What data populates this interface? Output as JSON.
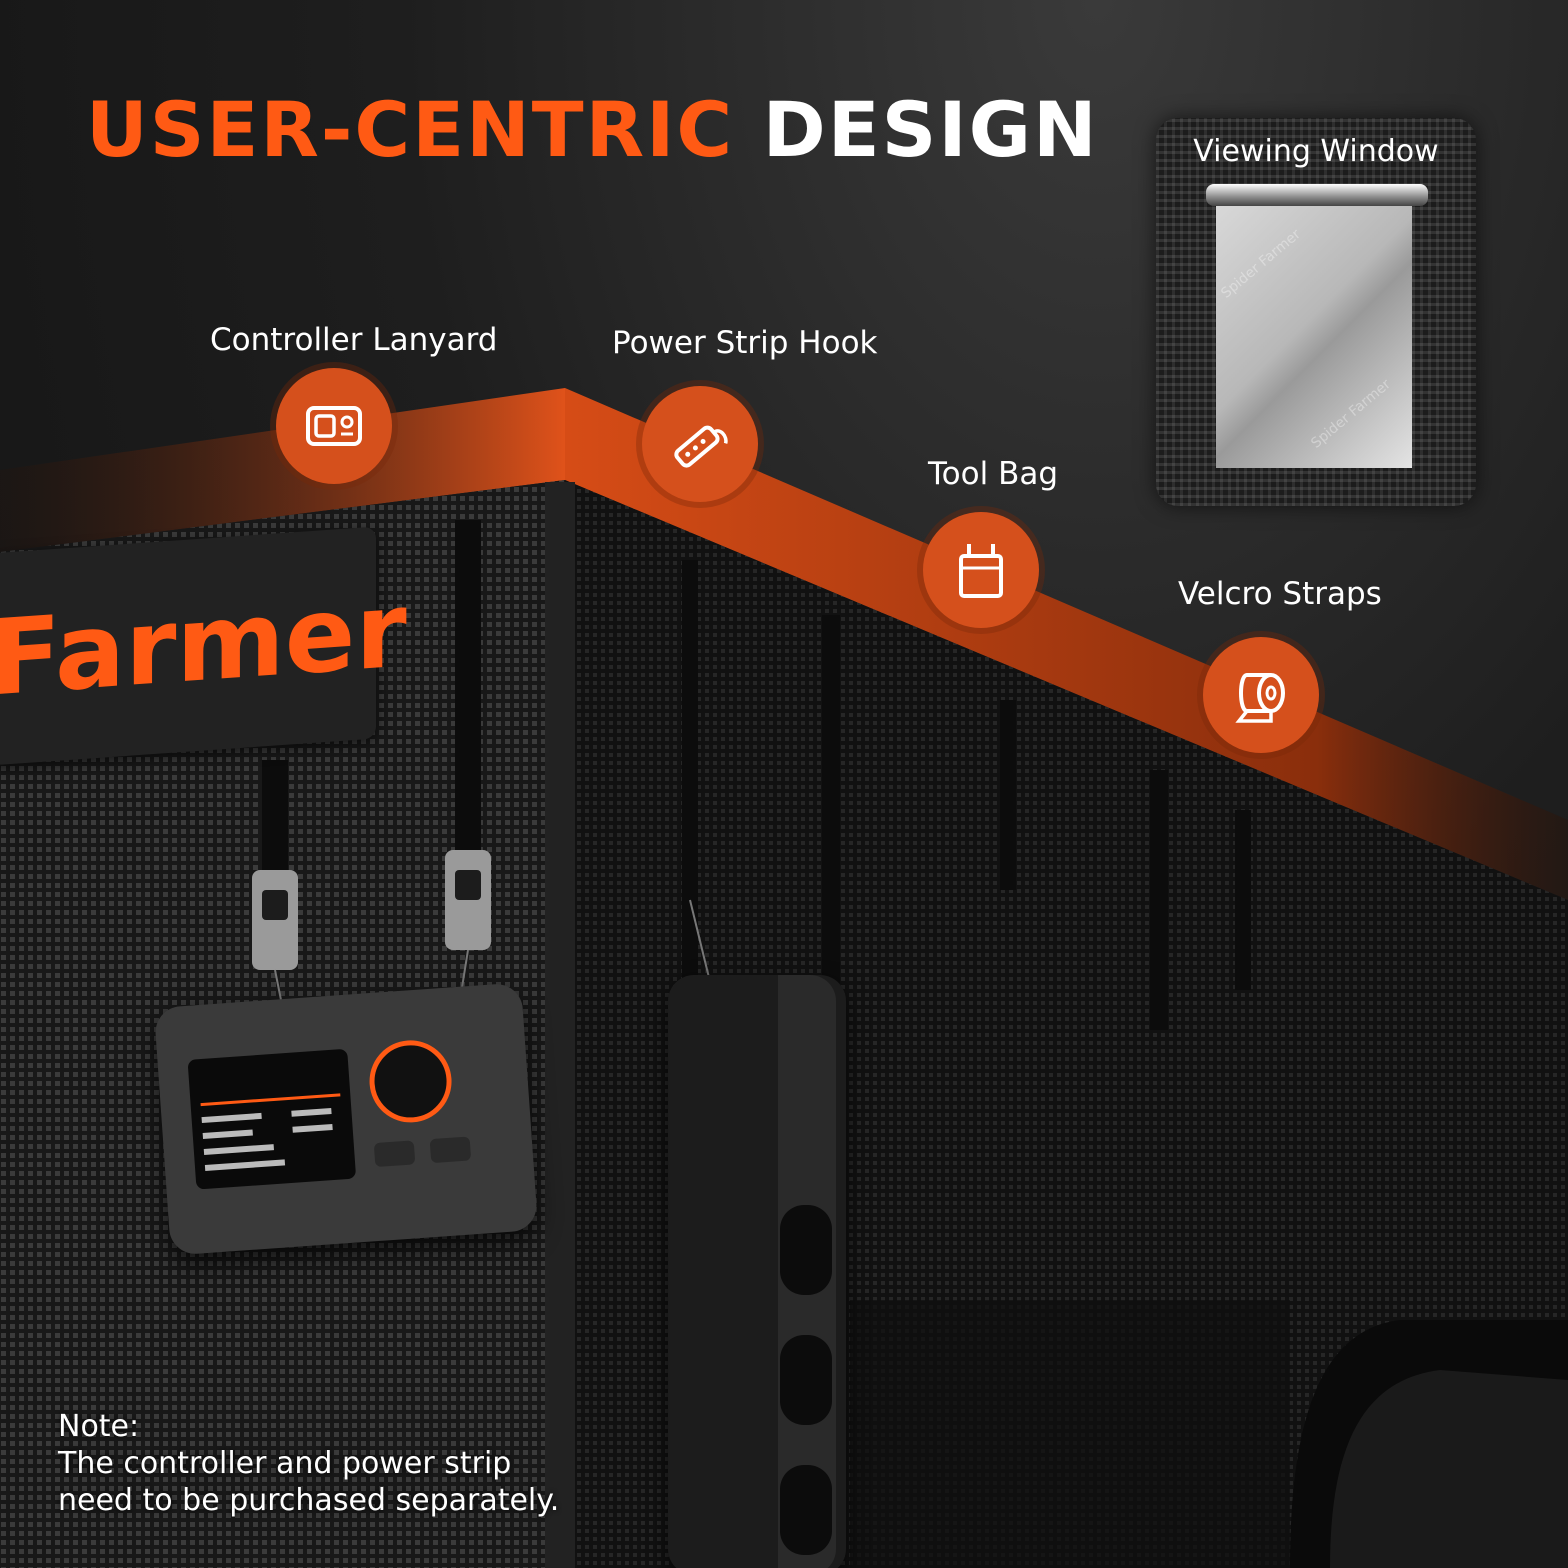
{
  "headline": {
    "accent": "USER-CENTRIC",
    "plain": "DESIGN"
  },
  "features": [
    {
      "label": "Controller Lanyard",
      "icon": "controller-icon"
    },
    {
      "label": "Power Strip Hook",
      "icon": "power-strip-icon"
    },
    {
      "label": "Tool Bag",
      "icon": "bag-icon"
    },
    {
      "label": "Velcro Straps",
      "icon": "tape-roll-icon"
    }
  ],
  "viewing_window": {
    "title": "Viewing Window",
    "watermark": "Spider Farmer"
  },
  "brand_patch": {
    "text": "Farmer"
  },
  "note": {
    "heading": "Note:",
    "line1": "The controller and power strip",
    "line2": "need to be purchased separately."
  },
  "colors": {
    "accent": "#ff5a14",
    "icon_fill": "#d5501c",
    "frame_orange": "#c8460f",
    "text": "#ffffff",
    "background": "#141414"
  }
}
